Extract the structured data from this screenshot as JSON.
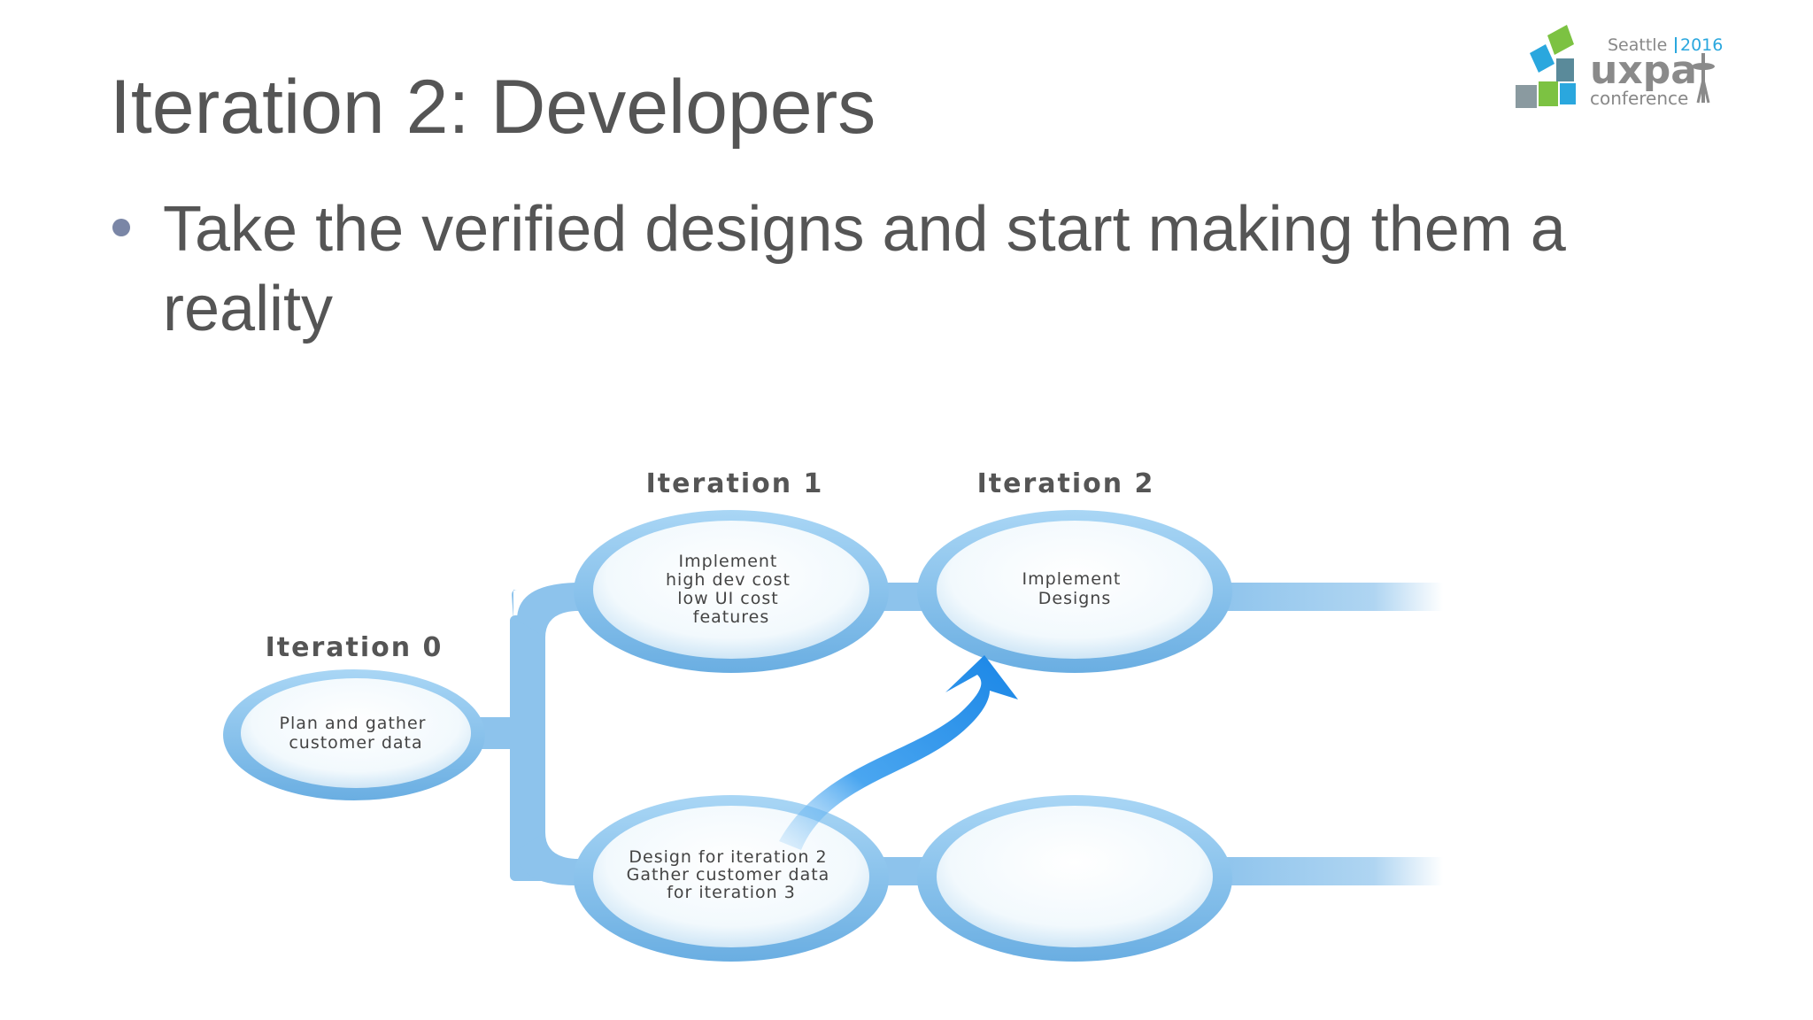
{
  "slide": {
    "title": "Iteration 2: Developers",
    "bullet": "Take the verified designs and start making them a reality"
  },
  "logo": {
    "city": "Seattle",
    "year": "2016",
    "brand": "uxpa",
    "sub": "conference"
  },
  "diagram": {
    "iterations": [
      {
        "label": "Iteration 0",
        "nodes": [
          {
            "lines": [
              "Plan and gather",
              "customer data"
            ]
          }
        ]
      },
      {
        "label": "Iteration 1",
        "nodes": [
          {
            "lines": [
              "Implement",
              "high dev cost",
              "low UI cost",
              "features"
            ]
          },
          {
            "lines": [
              "Design for iteration 2",
              "",
              "Gather customer data",
              "for iteration 3"
            ]
          }
        ]
      },
      {
        "label": "Iteration 2",
        "nodes": [
          {
            "lines": [
              "Implement",
              "Designs"
            ]
          },
          {
            "lines": []
          }
        ]
      }
    ]
  },
  "colors": {
    "text": "#555555",
    "bullet": "#7a86a6",
    "pipe": "#8dc3ec",
    "ring": "#6aaee2",
    "arrow": "#2a8fe6",
    "logo_green": "#7cc242",
    "logo_blue": "#2aa7de",
    "logo_gray": "#888888"
  }
}
